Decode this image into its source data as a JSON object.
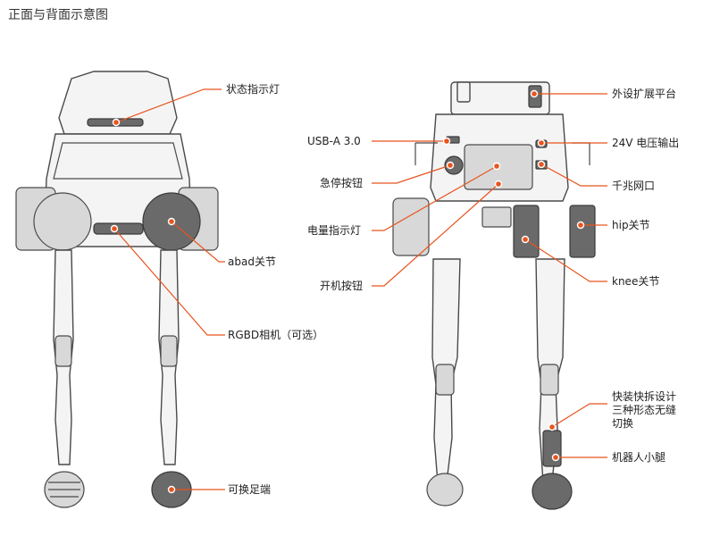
{
  "title": "正面与背面示意图",
  "accent_color": "#e8541e",
  "front_labels": {
    "status_light": "状态指示灯",
    "abad_joint": "abad关节",
    "rgbd_camera": "RGBD相机（可选）",
    "swappable_foot": "可换足端"
  },
  "back_labels": {
    "expansion_platform": "外设扩展平台",
    "usb": "USB-A 3.0",
    "power_output": "24V 电压输出",
    "estop": "急停按钮",
    "gigabit_port": "千兆网口",
    "battery_light": "电量指示灯",
    "hip_joint": "hip关节",
    "power_button": "开机按钮",
    "knee_joint": "knee关节",
    "quick_release": "快装快拆设计\n三种形态无缝\n切换",
    "robot_calf": "机器人小腿"
  }
}
